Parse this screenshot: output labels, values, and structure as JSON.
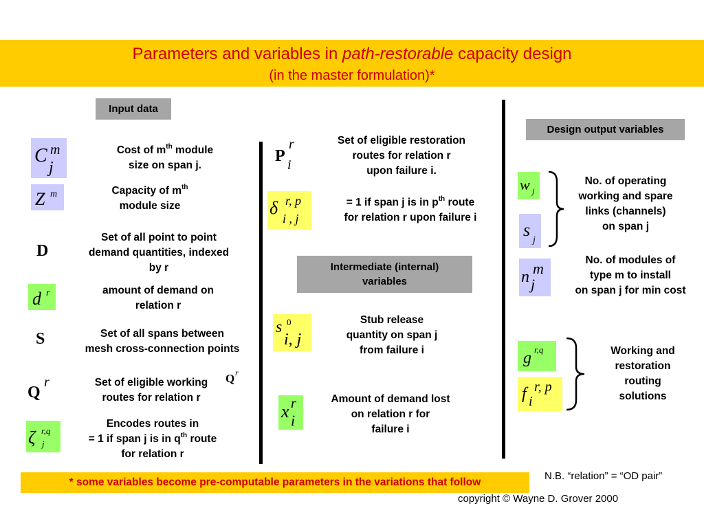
{
  "header": {
    "title_pre": "Parameters and variables in ",
    "title_italic": "path-restorable",
    "title_post": " capacity design",
    "subtitle": "(in the master formulation)*"
  },
  "sections": {
    "input": "Input data",
    "output": "Design output variables",
    "intermediate_line1": "Intermediate (internal)",
    "intermediate_line2": "variables"
  },
  "input_items": {
    "c_desc1": "Cost of m",
    "c_desc2": " module",
    "c_desc3": "size on span j.",
    "z_desc1": "Capacity of m",
    "z_desc2": "module size",
    "d_symbol": "D",
    "d_desc1": "Set of all point to point",
    "d_desc2": "demand quantities, indexed",
    "d_desc3": "by r",
    "dr_desc1": "amount of demand on",
    "dr_desc2": "relation r",
    "s_symbol": "S",
    "s_desc1": "Set of all spans between",
    "s_desc2": "mesh cross-connection points",
    "q_symbol": "Q",
    "q_desc1": "Set of eligible working",
    "q_desc2": "routes for relation r",
    "zeta_desc1": "Encodes routes in",
    "zeta_desc2a": "= 1  if span j is in q",
    "zeta_desc2b": " route",
    "zeta_desc3": "for relation r"
  },
  "middle_items": {
    "p_symbol": "P",
    "p_desc1": "Set of eligible restoration",
    "p_desc2": "routes for relation r",
    "p_desc3": "upon failure i.",
    "delta_desc1a": "= 1  if span j is in p",
    "delta_desc1b": " route",
    "delta_desc2": "for relation r upon failure i",
    "s0_desc1": "Stub release",
    "s0_desc2": "quantity on span j",
    "s0_desc3": "from failure i",
    "x_desc1": "Amount of demand lost",
    "x_desc2": "on relation r for",
    "x_desc3": "failure i"
  },
  "output_items": {
    "ws_desc1": "No. of operating",
    "ws_desc2": "working and spare",
    "ws_desc3": "links (channels)",
    "ws_desc4": "on span j",
    "n_desc1": "No. of modules of",
    "n_desc2": "type m to install",
    "n_desc3": "on span j for min cost",
    "gf_desc1": "Working and",
    "gf_desc2": "restoration",
    "gf_desc3": "routing",
    "gf_desc4": "solutions"
  },
  "superscript_th": "th",
  "footer": {
    "note": "* some variables become pre-computable parameters in the  variations that follow",
    "nb": "N.B. “relation” = “OD pair”",
    "copyright": "copyright © Wayne D. Grover 2000"
  },
  "colors": {
    "banner": "#ffcc00",
    "title_text": "#cc0000",
    "gray_box": "#a6a6a6",
    "lavender": "#ccccff",
    "green": "#99ff66",
    "yellow": "#ffff66"
  }
}
